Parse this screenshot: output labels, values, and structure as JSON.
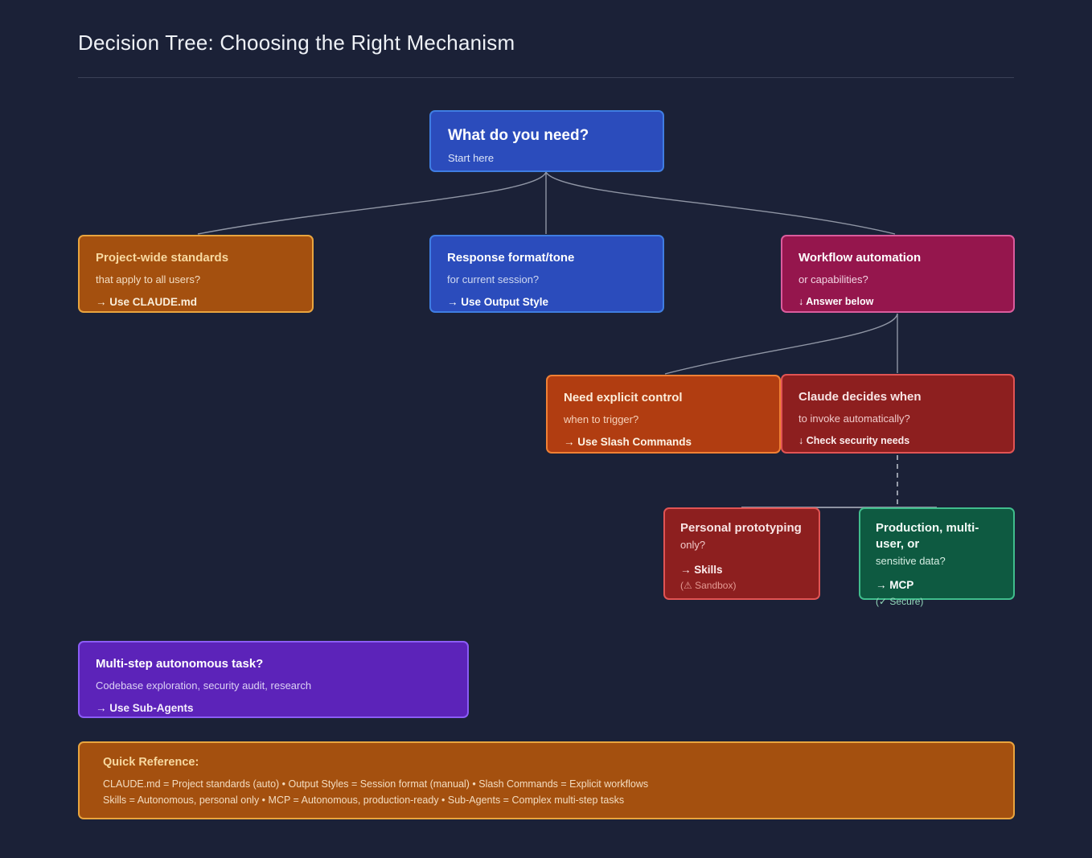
{
  "page": {
    "title": "Decision Tree: Choosing the Right Mechanism",
    "background": "#1b2137"
  },
  "palette": {
    "background": "#1b2137",
    "edge_line": "#9096a5",
    "edge_dashed": "#b6bbc6",
    "divider": "#3a4156"
  },
  "nodes": {
    "root": {
      "title": "What do you need?",
      "body": "Start here",
      "colors": {
        "fill": "#2b4cbc",
        "border": "#3f7de2",
        "title": "#ffffff",
        "body": "#dde5f8"
      }
    },
    "standards": {
      "title": "Project-wide standards",
      "body": "that apply to all users?",
      "action": "→ Use CLAUDE.md",
      "colors": {
        "fill": "#a4500f",
        "border": "#e9a43e",
        "title": "#f8d9a0",
        "body": "#f3ddc2",
        "action": "#faeeda"
      }
    },
    "output": {
      "title": "Response format/tone",
      "body": "for current session?",
      "action": "→ Use Output Style",
      "colors": {
        "fill": "#2b4cbc",
        "border": "#3f7de2",
        "title": "#ffffff",
        "body": "#cfd9f2",
        "action": "#ffffff"
      }
    },
    "workflow": {
      "title": "Workflow automation",
      "body": "or capabilities?",
      "action": "↓ Answer below",
      "colors": {
        "fill": "#95164d",
        "border": "#db5c9d",
        "title": "#ffffff",
        "body": "#f2d4e3",
        "action": "#ffffff"
      }
    },
    "slash": {
      "title": "Need explicit control",
      "body": "when to trigger?",
      "action": "→ Use Slash Commands",
      "colors": {
        "fill": "#b13d11",
        "border": "#f08034",
        "title": "#fcecd9",
        "body": "#f6d3bb",
        "action": "#fdf3e4"
      }
    },
    "decides": {
      "title": "Claude decides when",
      "body": "to invoke automatically?",
      "action": "↓ Check security needs",
      "colors": {
        "fill": "#8d1f1f",
        "border": "#e15454",
        "title": "#f8e4e4",
        "body": "#f0c9c9",
        "action": "#fbeded"
      }
    },
    "skills": {
      "title": "Personal prototyping",
      "body": "only?",
      "action": "→ Skills",
      "note": "(⚠ Sandbox)",
      "colors": {
        "fill": "#8d1f1f",
        "border": "#e15454",
        "title": "#f8e4e4",
        "body": "#f0c9c9",
        "action": "#fbeded",
        "note": "#e49a93"
      }
    },
    "mcp": {
      "title": "Production, multi-user, or",
      "body": "sensitive data?",
      "action": "→ MCP",
      "note": "(✓ Secure)",
      "colors": {
        "fill": "#0e5a41",
        "border": "#40bd8c",
        "title": "#f2faf6",
        "body": "#d6eee3",
        "action": "#ffffff",
        "note": "#93d8ba"
      }
    },
    "subagents": {
      "title": "Multi-step autonomous task?",
      "body": "Codebase exploration, security audit, research",
      "action": "→ Use Sub-Agents",
      "colors": {
        "fill": "#5c23b9",
        "border": "#8b5cf6",
        "title": "#ffffff",
        "body": "#ddd3f5",
        "action": "#f4effd"
      }
    }
  },
  "quick_reference": {
    "heading": "Quick Reference:",
    "line1": "CLAUDE.md = Project standards (auto) • Output Styles = Session format (manual) • Slash Commands = Explicit workflows",
    "line2": "Skills = Autonomous, personal only • MCP = Autonomous, production-ready • Sub-Agents = Complex multi-step tasks",
    "colors": {
      "fill": "#a4500f",
      "border": "#e9a43e",
      "heading": "#f8d9a0",
      "lines": "#f3dcc0"
    }
  }
}
